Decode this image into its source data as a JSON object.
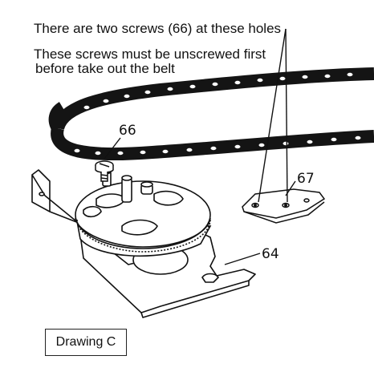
{
  "annotations": {
    "line1": "There are two screws (66) at these holes",
    "line2": "These screws must be unscrewed first",
    "line3": "before take out the belt"
  },
  "callouts": {
    "screw": "66",
    "bracket": "67",
    "plate": "64"
  },
  "caption": "Drawing C",
  "colors": {
    "ink": "#111111",
    "belt": "#141414",
    "paper": "#ffffff"
  }
}
